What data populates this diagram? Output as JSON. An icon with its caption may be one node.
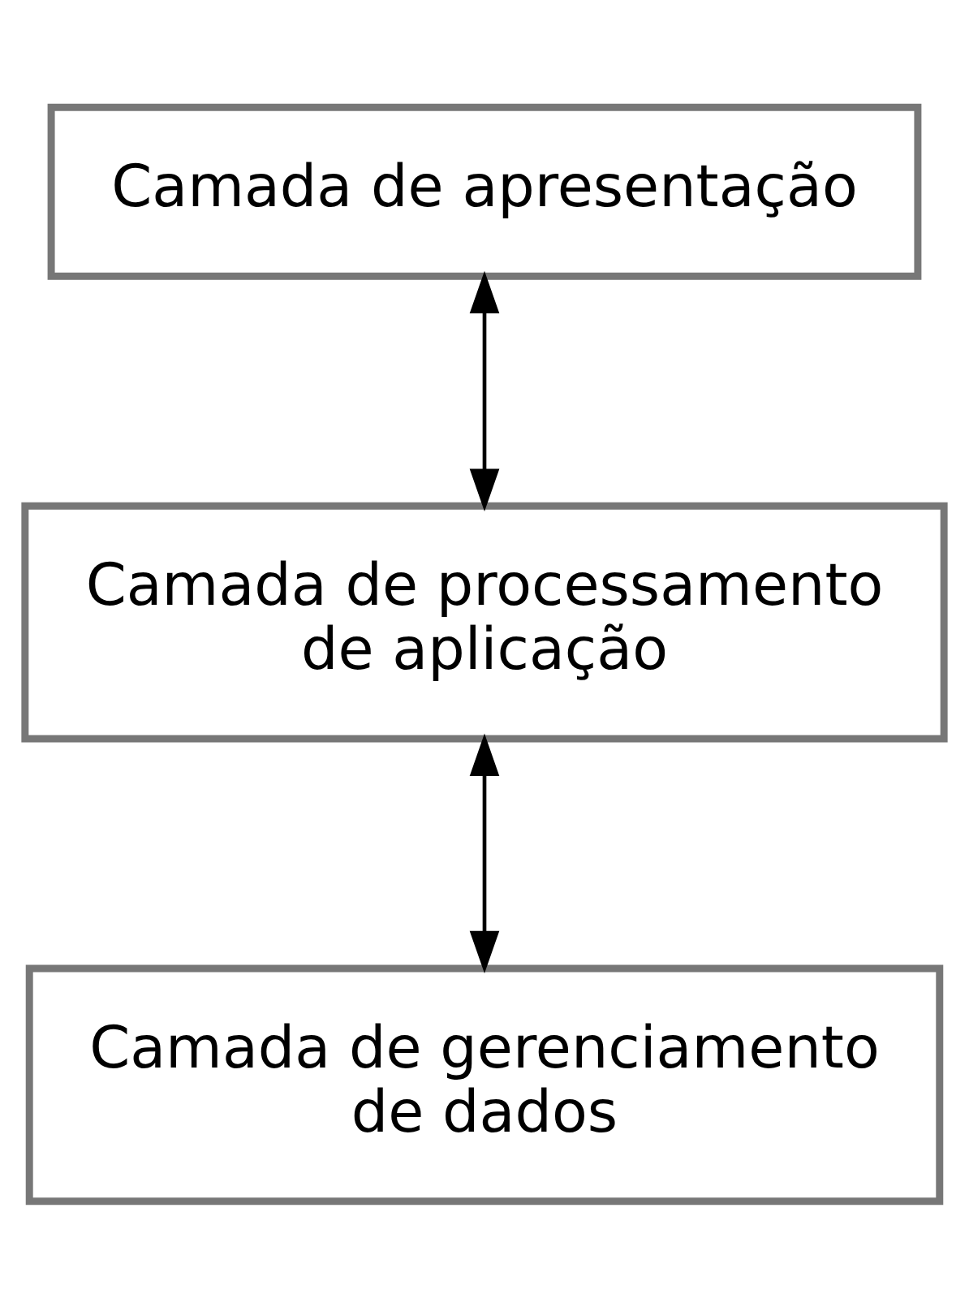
{
  "diagram": {
    "nodes": [
      {
        "text": [
          "Camada de apresentação"
        ]
      },
      {
        "text": [
          "Camada de processamento de aplicação"
        ]
      },
      {
        "text": [
          "Camada de gerenciamento de dados"
        ]
      }
    ],
    "edges": [
      {
        "from": 0,
        "to": 1,
        "arrow": "both"
      },
      {
        "from": 1,
        "to": 2,
        "arrow": "both"
      }
    ]
  }
}
